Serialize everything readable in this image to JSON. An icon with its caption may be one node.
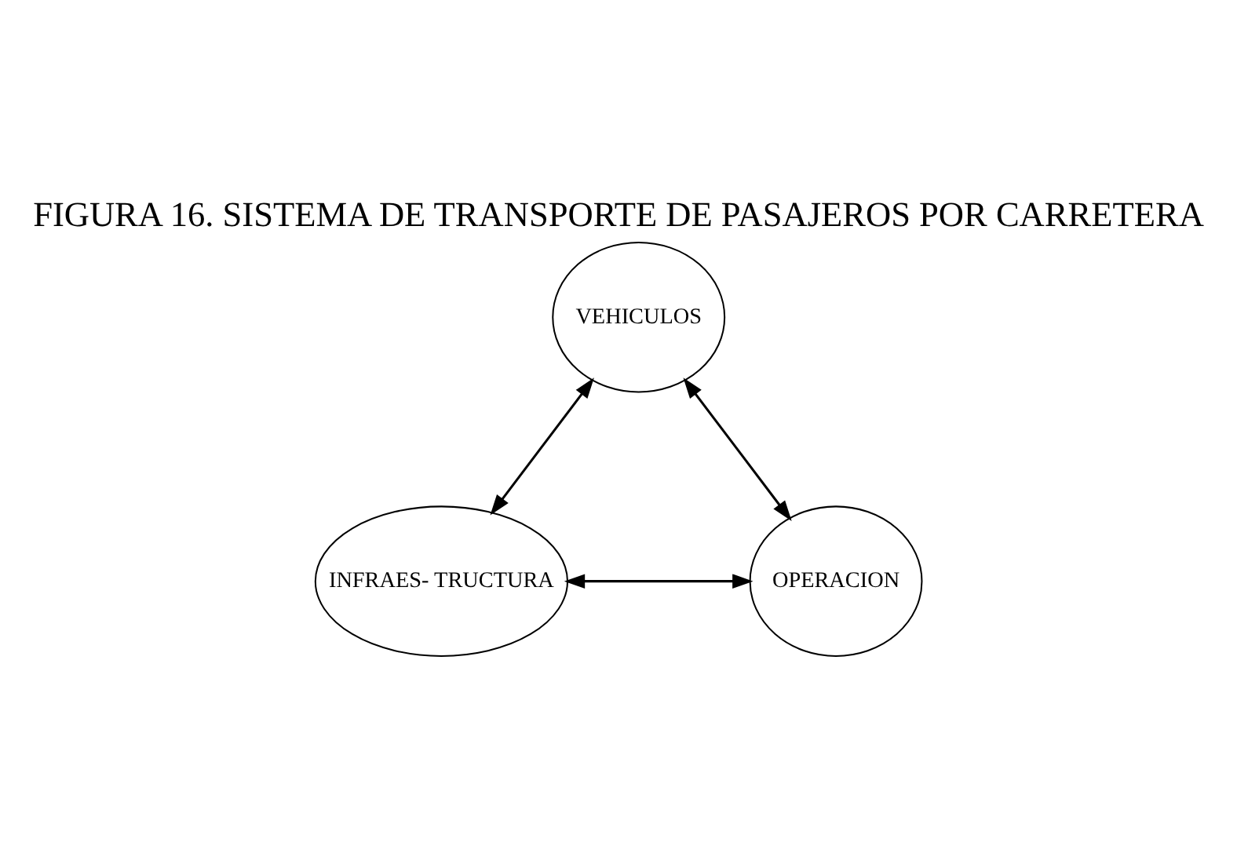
{
  "diagram": {
    "title": "FIGURA 16. SISTEMA DE TRANSPORTE DE PASAJEROS POR CARRETERA",
    "nodes": [
      {
        "text": [
          "VEHICULOS"
        ]
      },
      {
        "text": [
          "INFRAES- TRUCTURA"
        ]
      },
      {
        "text": [
          "OPERACION"
        ]
      }
    ],
    "edges": [
      {
        "from": 0,
        "to": 1,
        "arrow": "both"
      },
      {
        "from": 0,
        "to": 2,
        "arrow": "both"
      },
      {
        "from": 1,
        "to": 2,
        "arrow": "both"
      }
    ]
  }
}
